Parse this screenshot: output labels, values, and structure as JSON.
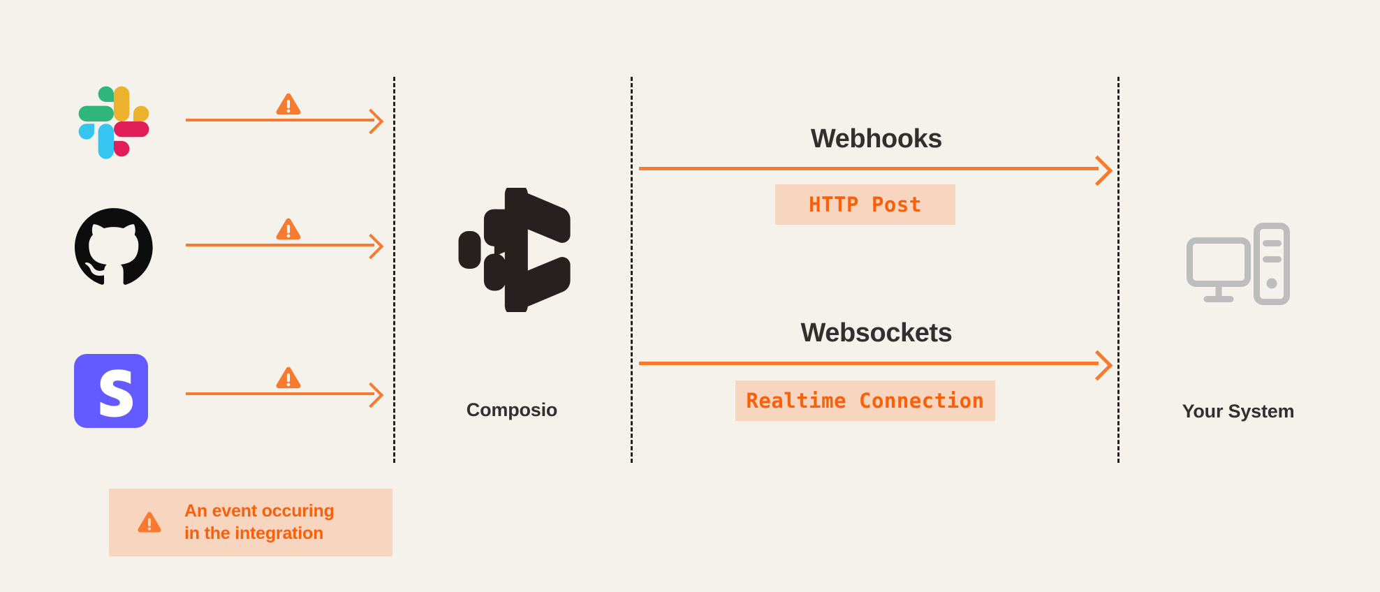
{
  "canvas": {
    "background": "#F5F2EC",
    "accent_orange": "#F87A2E",
    "tag_orange_text": "#FA5F0A",
    "tag_background": "#F8D5BF",
    "ink": "#32302E",
    "divider_color": "#26211E",
    "icon_gray": "#BDBDBD"
  },
  "integrations": [
    {
      "name": "Slack",
      "icon": "slack-logo-icon",
      "event_icon": "warning-triangle-icon"
    },
    {
      "name": "GitHub",
      "icon": "github-logo-icon",
      "event_icon": "warning-triangle-icon"
    },
    {
      "name": "Stripe",
      "icon": "stripe-logo-icon",
      "event_icon": "warning-triangle-icon"
    }
  ],
  "hub": {
    "caption": "Composio",
    "icon": "composio-logo-icon"
  },
  "destination": {
    "caption": "Your System",
    "icon": "desktop-computer-icon"
  },
  "channels": [
    {
      "title": "Webhooks",
      "tag": "HTTP Post"
    },
    {
      "title": "Websockets",
      "tag": "Realtime Connection"
    }
  ],
  "legend": {
    "icon": "warning-triangle-icon",
    "line1": "An event occuring",
    "line2": "in the integration"
  }
}
